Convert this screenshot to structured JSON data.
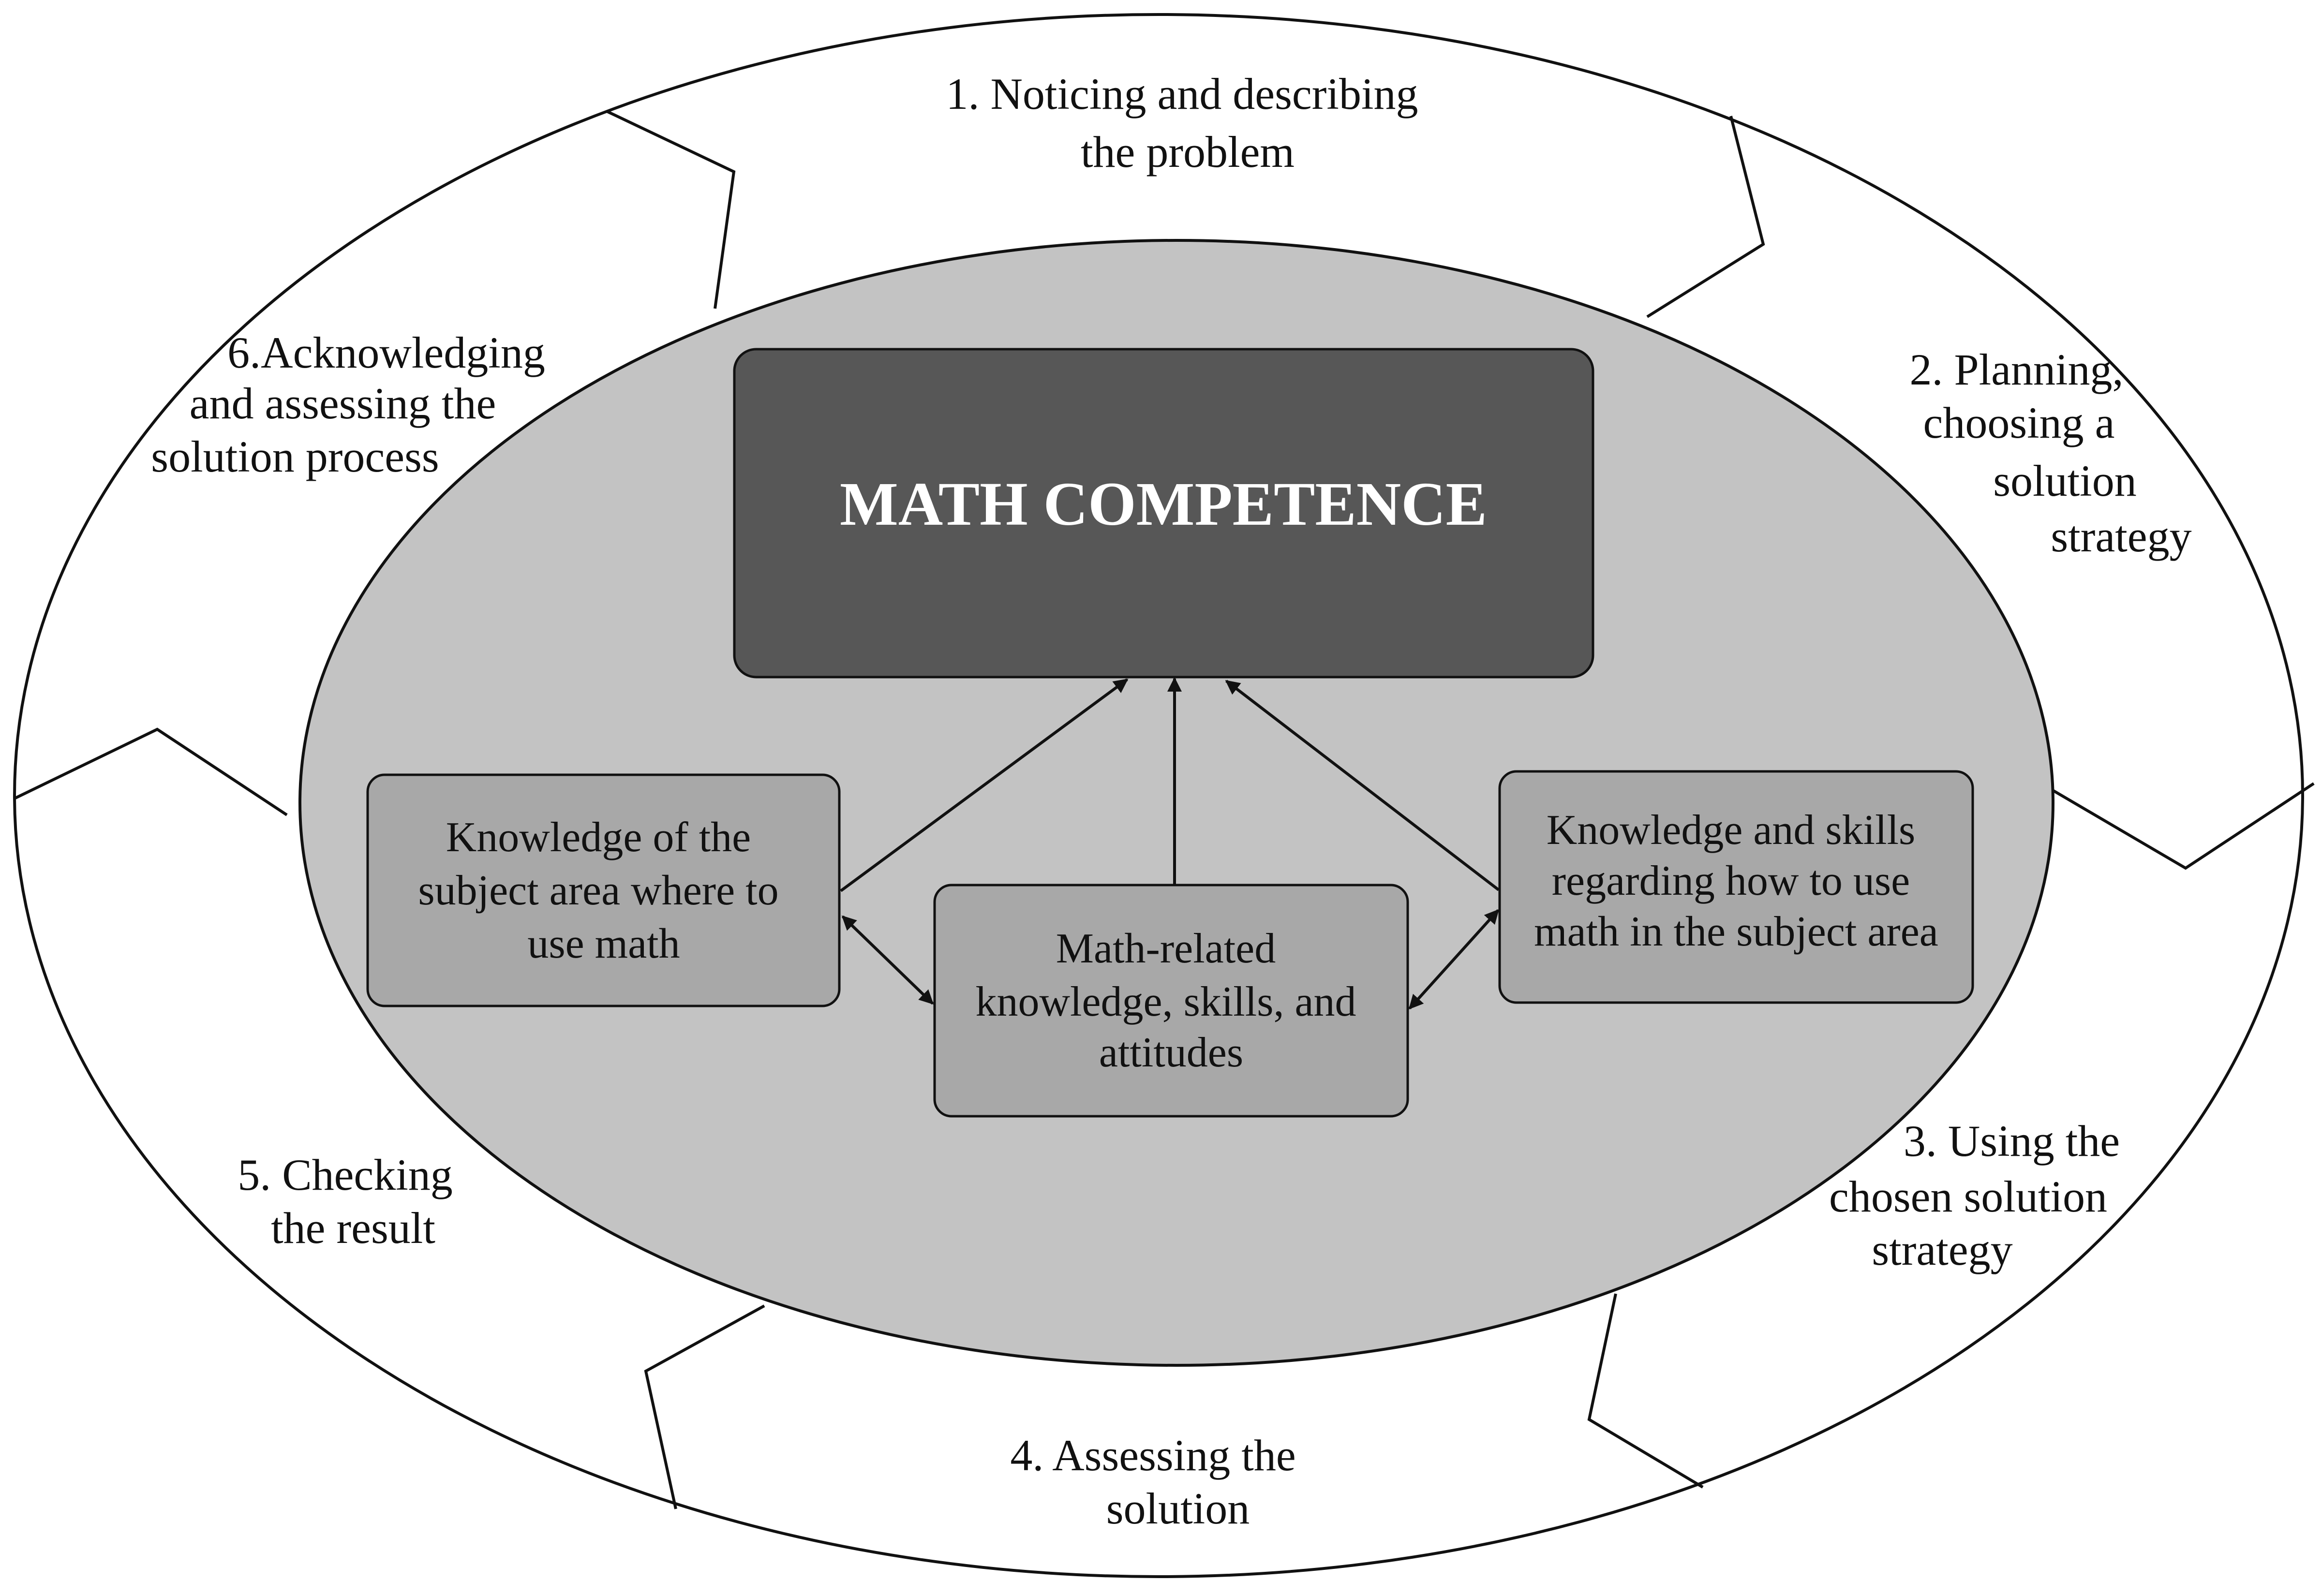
{
  "title": "MATH COMPETENCE",
  "stages": [
    {
      "id": "stage-1",
      "lines": [
        "1. Noticing and describing",
        "the problem"
      ]
    },
    {
      "id": "stage-2",
      "lines": [
        "2. Planning,",
        "choosing a",
        "solution",
        "strategy"
      ]
    },
    {
      "id": "stage-3",
      "lines": [
        "3. Using the",
        "chosen solution",
        "strategy"
      ]
    },
    {
      "id": "stage-4",
      "lines": [
        "4. Assessing the",
        "solution"
      ]
    },
    {
      "id": "stage-5",
      "lines": [
        "5. Checking",
        "the result"
      ]
    },
    {
      "id": "stage-6",
      "lines": [
        "6.Acknowledging",
        "and assessing the",
        "solution process"
      ]
    }
  ],
  "components": {
    "subject_knowledge": [
      "Knowledge of the",
      "subject area where to",
      "use math"
    ],
    "math_knowledge": [
      "Math-related",
      "knowledge, skills, and",
      "attitudes"
    ],
    "application_knowledge": [
      "Knowledge and skills",
      "regarding how to use",
      "math in the subject area"
    ]
  },
  "colors": {
    "outer_ring": "#ffffff",
    "inner_ellipse": "#c3c3c3",
    "core_box": "#575757",
    "component_box": "#a8a8a8",
    "stroke": "#111111"
  }
}
